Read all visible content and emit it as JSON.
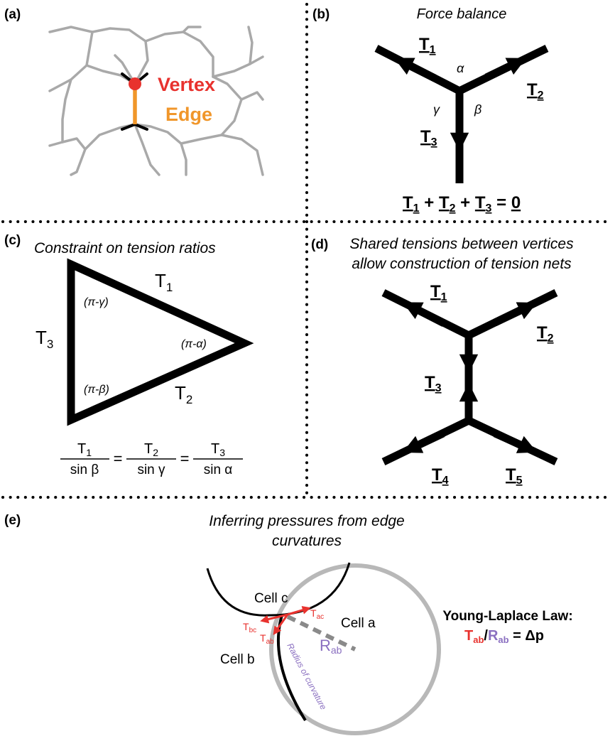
{
  "colors": {
    "vertex": "#e8322e",
    "edge": "#f0962a",
    "cell_lines": "#a9a9a9",
    "purple": "#8a6fc0",
    "red": "#e8322e",
    "ink": "#000000"
  },
  "panel_a": {
    "tag": "(a)",
    "vertex_label": "Vertex",
    "edge_label": "Edge"
  },
  "panel_b": {
    "tag": "(b)",
    "title": "Force balance",
    "t1": "T",
    "t1_sub": "1",
    "t2": "T",
    "t2_sub": "2",
    "t3": "T",
    "t3_sub": "3",
    "alpha": "α",
    "beta": "β",
    "gamma": "γ",
    "equation": {
      "t1": "T",
      "s1": "1",
      "plus1": " + ",
      "t2": "T",
      "s2": "2",
      "plus2": " + ",
      "t3": "T",
      "s3": "3",
      "eq": " = ",
      "zero": "0"
    }
  },
  "panel_c": {
    "tag": "(c)",
    "title": "Constraint on tension ratios",
    "t1": "T",
    "t1_sub": "1",
    "t2": "T",
    "t2_sub": "2",
    "t3": "T",
    "t3_sub": "3",
    "angle_gamma": "(π-γ)",
    "angle_alpha": "(π-α)",
    "angle_beta": "(π-β)",
    "formula": {
      "num1": "T",
      "num1_sub": "1",
      "den1": "sin β",
      "eq1": "=",
      "num2": "T",
      "num2_sub": "2",
      "den2": "sin γ",
      "eq2": "=",
      "num3": "T",
      "num3_sub": "3",
      "den3": "sin α"
    }
  },
  "panel_d": {
    "tag": "(d)",
    "title_line1": "Shared tensions between vertices",
    "title_line2": "allow construction of tension nets",
    "t1": "T",
    "t1_sub": "1",
    "t2": "T",
    "t2_sub": "2",
    "t3": "T",
    "t3_sub": "3",
    "t4": "T",
    "t4_sub": "4",
    "t5": "T",
    "t5_sub": "5"
  },
  "panel_e": {
    "tag": "(e)",
    "title_line1": "Inferring pressures from edge",
    "title_line2": "curvatures",
    "cell_a": "Cell a",
    "cell_b": "Cell b",
    "cell_c": "Cell c",
    "tac": "T",
    "tac_sub": "ac",
    "tbc": "T",
    "tbc_sub": "bc",
    "tab": "T",
    "tab_sub": "ab",
    "rab": "R",
    "rab_sub": "ab",
    "radius_caption": "Radius of curvature",
    "law_title": "Young-Laplace Law:",
    "law": {
      "t": "T",
      "t_sub": "ab",
      "slash": "/",
      "r": "R",
      "r_sub": "ab",
      "eq": " = Δp"
    }
  }
}
